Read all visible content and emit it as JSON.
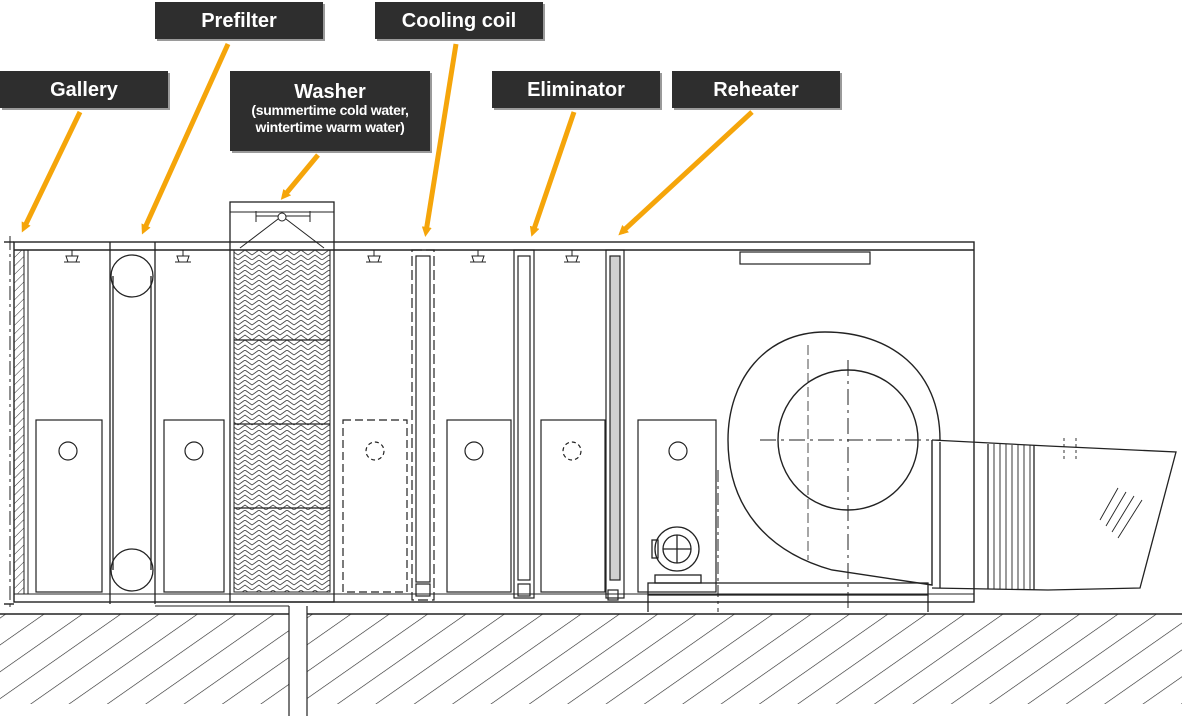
{
  "labels": {
    "gallery": "Gallery",
    "prefilter": "Prefilter",
    "washer": "Washer",
    "washer_note_line1": "(summertime cold water,",
    "washer_note_line2": "wintertime warm water)",
    "cooling_coil": "Cooling coil",
    "eliminator": "Eliminator",
    "reheater": "Reheater"
  },
  "colors": {
    "label_bg": "#2e2e2e",
    "label_text": "#ffffff",
    "arrow": "#f5a50a",
    "line": "#222222"
  }
}
